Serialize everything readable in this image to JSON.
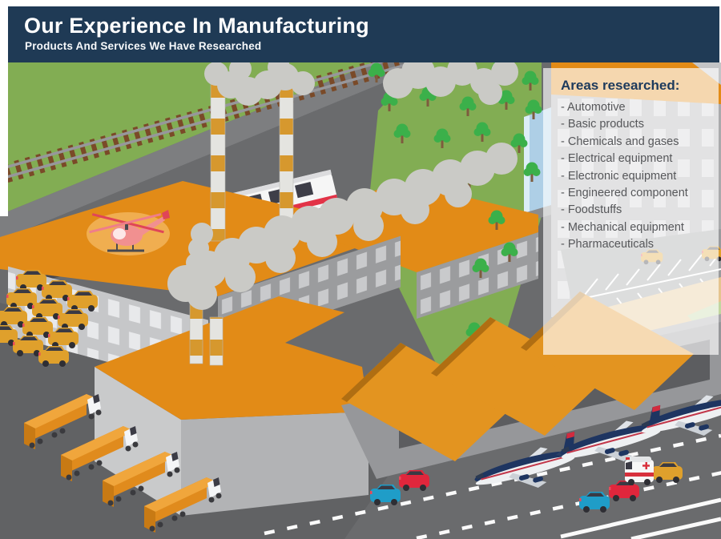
{
  "header": {
    "title": "Our Experience In Manufacturing",
    "subtitle": "Products And Services We Have Researched"
  },
  "panel": {
    "heading": "Areas researched:",
    "items": [
      "- Automotive",
      "- Basic products",
      "- Chemicals and gases",
      "- Electrical equipment",
      "- Electronic equipment",
      "- Engineered component",
      "- Foodstuffs",
      "- Mechanical equipment",
      "- Pharmaceuticals"
    ]
  },
  "colors": {
    "header_bg": "#1f3a55",
    "heading_navy": "#1d3a5c",
    "list_text_gray": "#56575a",
    "panel_bg": "rgba(255,255,255,0.66)",
    "roof_orange": "#e28b17",
    "grass_green": "#82ad53",
    "asphalt_gray": "#6a6b6d",
    "smoke_gray": "#cacac6",
    "plane_navy": "#1e3561",
    "vehicle_red": "#e0263c",
    "vehicle_blue": "#1f9dc8",
    "vehicle_orange": "#dfa02c"
  },
  "scene": {
    "type": "isometric-industrial-illustration",
    "elements": [
      "commuter-train",
      "railway-track",
      "factory-buildings",
      "smokestacks",
      "smoke",
      "helipad",
      "helicopter",
      "orange-car-fleet",
      "cargo-trucks",
      "warehouses",
      "airplanes",
      "runway-markings",
      "office-building",
      "glass-building",
      "parking-lot",
      "ambulance",
      "street-cars",
      "trees"
    ]
  }
}
